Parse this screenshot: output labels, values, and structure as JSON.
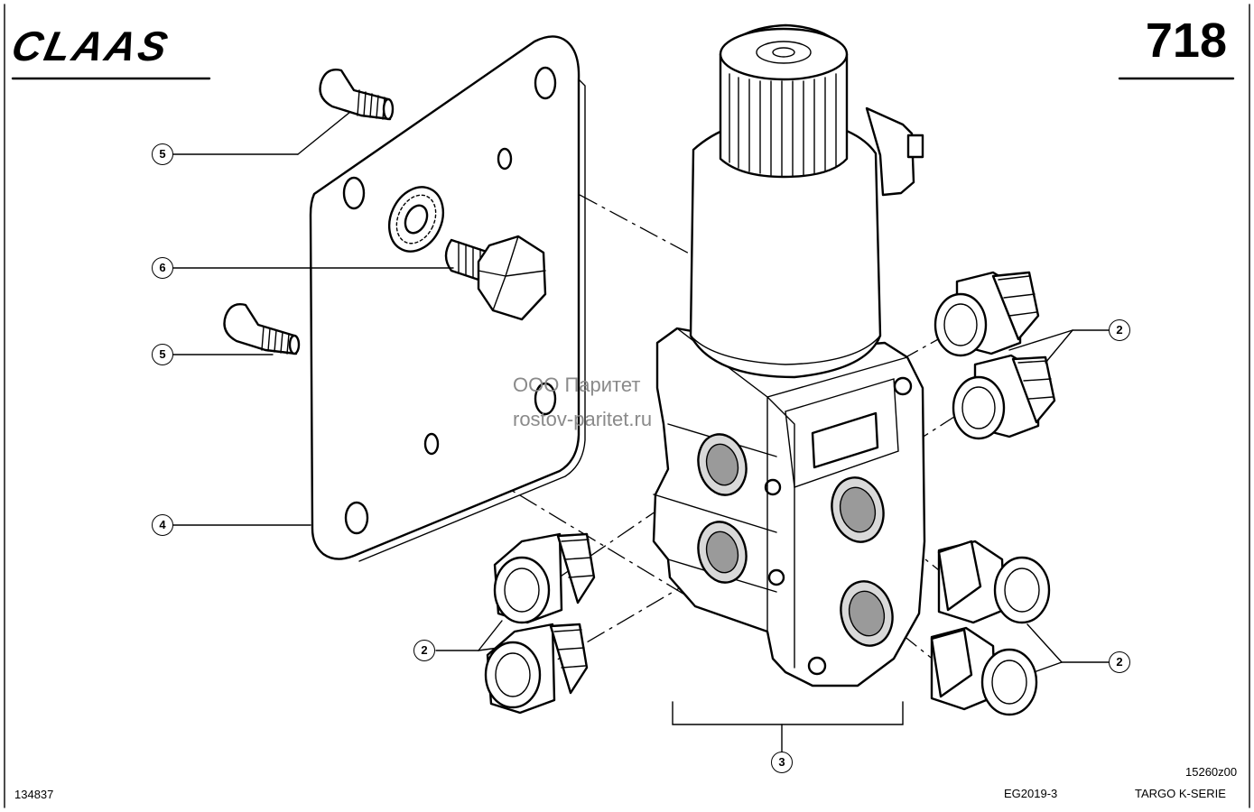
{
  "header": {
    "brand": "CLAAS",
    "page_number": "718"
  },
  "watermark": {
    "line1": "ООО Паритет",
    "line2": "rostov-paritet.ru"
  },
  "callouts": {
    "c5a": "5",
    "c6": "6",
    "c5b": "5",
    "c4": "4",
    "c2_left": "2",
    "c3": "3",
    "c2_upper_right": "2",
    "c2_lower_right": "2"
  },
  "footer": {
    "drawing_number": "134837",
    "group_code": "EG2019-3",
    "figure_code": "15260z00",
    "series": "TARGO K-SERIE"
  },
  "colors": {
    "line": "#000000",
    "paper": "#ffffff",
    "watermark": "#8a8a8a"
  }
}
